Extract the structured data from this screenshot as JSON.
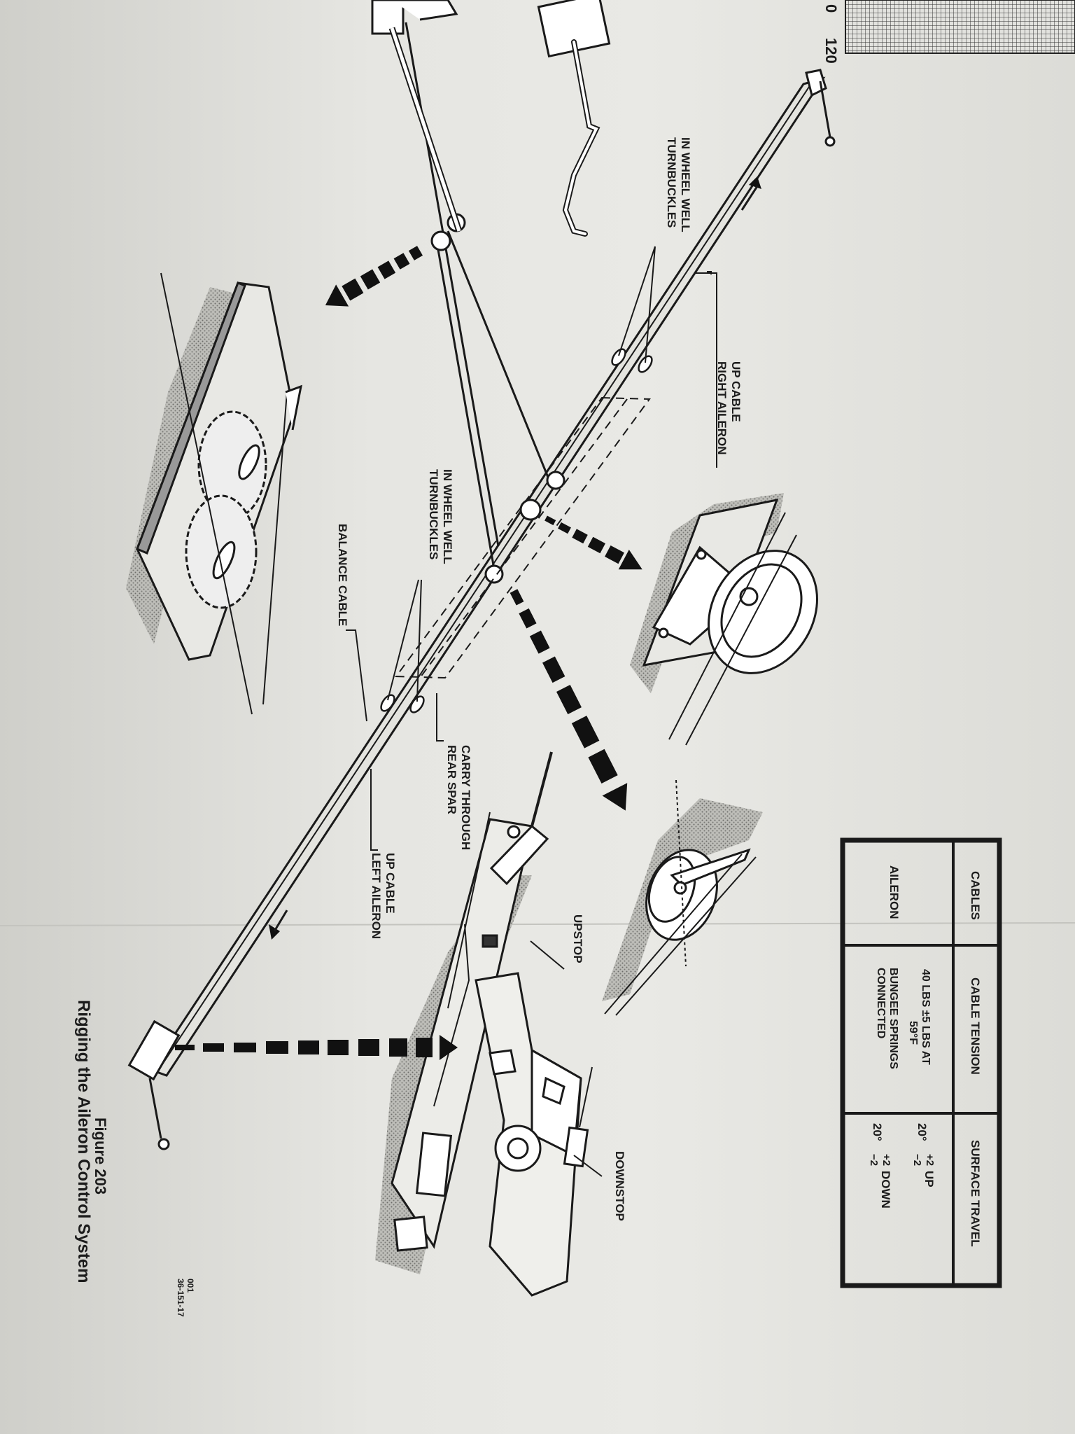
{
  "header_scale": {
    "left_tick": "0",
    "right_tick": "120"
  },
  "labels": {
    "turnbuckles_top": [
      "TURNBUCKLES",
      "IN WHEEL WELL"
    ],
    "right_aileron": [
      "RIGHT AILERON",
      "UP CABLE"
    ],
    "turnbuckles_mid": [
      "TURNBUCKLES",
      "IN WHEEL WELL"
    ],
    "balance_cable": "BALANCE CABLE",
    "rear_spar": [
      "REAR SPAR",
      "CARRY THROUGH"
    ],
    "left_aileron": [
      "LEFT AILERON",
      "UP CABLE"
    ],
    "upstop": "UPSTOP",
    "downstop": "DOWNSTOP"
  },
  "table": {
    "headers": [
      "CABLES",
      "CABLE TENSION",
      "SURFACE TRAVEL"
    ],
    "row": {
      "cable": "AILERON",
      "tension_lines": [
        "40 LBS   ±5 LBS AT",
        "59°F",
        "BUNGEE SPRINGS",
        "CONNECTED"
      ],
      "travel_up": {
        "base": "20°",
        "tol_plus": "+2",
        "tol_minus": "−2",
        "dir": "UP"
      },
      "travel_down": {
        "base": "20°",
        "tol_plus": "+2",
        "tol_minus": "−2",
        "dir": "DOWN"
      }
    }
  },
  "figure": {
    "number": "Figure 203",
    "title": "Rigging the Aileron Control System"
  },
  "doc_code": [
    "36-151-17",
    "001"
  ]
}
